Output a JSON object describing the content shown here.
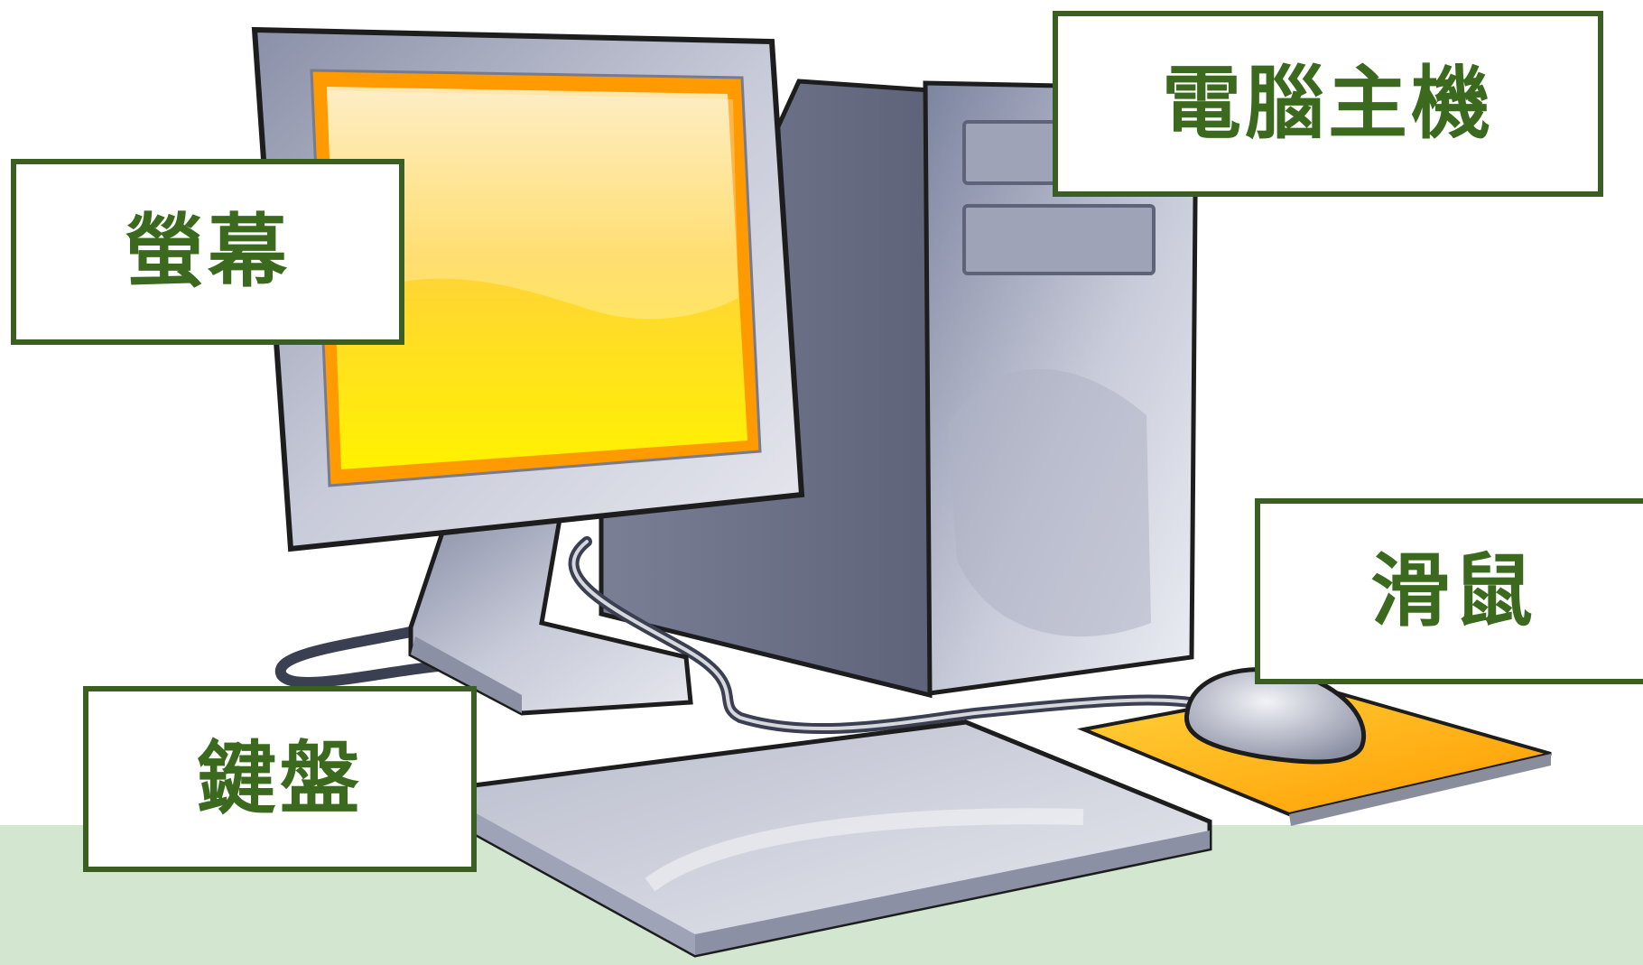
{
  "labels": {
    "monitor": "螢幕",
    "host": "電腦主機",
    "mouse": "滑鼠",
    "keyboard": "鍵盤"
  },
  "colors": {
    "label_border": "#3b5e23",
    "label_text": "#3b6a1e",
    "floor": "#d2e6d0",
    "screen_top": "#fde7b0",
    "screen_bottom": "#fff200",
    "screen_frame": "#ff9a00",
    "casing": "#c9ccd8",
    "outline": "#1d1d1d"
  },
  "icons": [
    "monitor-illustration",
    "computer-tower-illustration",
    "keyboard-illustration",
    "mouse-illustration",
    "mousepad-illustration",
    "cable-illustration"
  ]
}
